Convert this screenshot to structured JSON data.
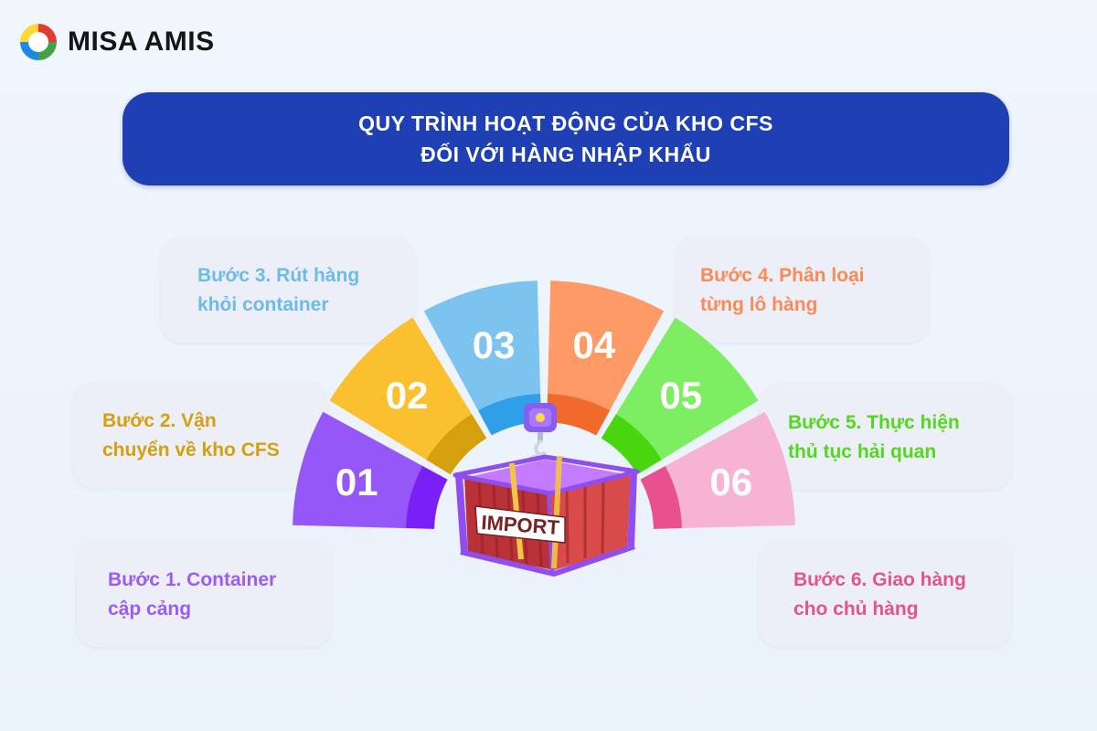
{
  "brand": {
    "name": "MISA AMIS"
  },
  "header": {
    "title_line1": "QUY TRÌNH HOẠT ĐỘNG CỦA KHO CFS",
    "title_line2": "ĐỐI VỚI HÀNG NHẬP KHẨU"
  },
  "steps": [
    {
      "number": "01",
      "line1": "Bước 1. Container",
      "line2": "cập cảng",
      "color": "#9557f7",
      "accent": "#7a1ff5"
    },
    {
      "number": "02",
      "line1": "Bước 2. Vận",
      "line2": "chuyển về kho CFS",
      "color": "#fbc02d",
      "accent": "#d4a00c"
    },
    {
      "number": "03",
      "line1": "Bước 3. Rút hàng",
      "line2": "khỏi container",
      "color": "#7cc3ef",
      "accent": "#2f9fe8"
    },
    {
      "number": "04",
      "line1": "Bước 4. Phân loại",
      "line2": "từng lô hàng",
      "color": "#fd9a66",
      "accent": "#ef6a2b"
    },
    {
      "number": "05",
      "line1": "Bước 5. Thực hiện",
      "line2": "thủ tục hải quan",
      "color": "#7ded62",
      "accent": "#49d60f"
    },
    {
      "number": "06",
      "line1": "Bước 6. Giao hàng",
      "line2": "cho chủ hàng",
      "color": "#f7b3d4",
      "accent": "#e8508f"
    }
  ],
  "center_label": "IMPORT"
}
